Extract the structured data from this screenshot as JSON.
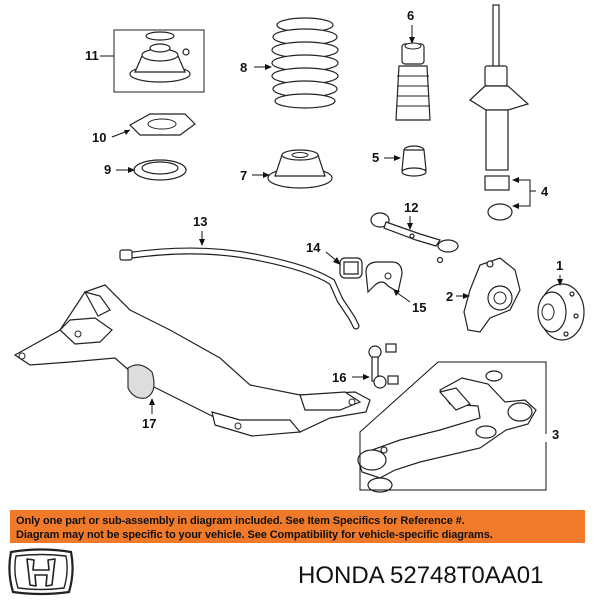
{
  "callouts": {
    "c1": "1",
    "c2": "2",
    "c3": "3",
    "c4": "4",
    "c5": "5",
    "c6": "6",
    "c7": "7",
    "c8": "8",
    "c9": "9",
    "c10": "10",
    "c11": "11",
    "c12": "12",
    "c13": "13",
    "c14": "14",
    "c15": "15",
    "c16": "16",
    "c17": "17"
  },
  "banner": {
    "line1": "Only one part or sub-assembly in diagram included. See Item Specifics for Reference #.",
    "line2": "Diagram may not be specific to your vehicle. See Compatibility for vehicle-specific diagrams."
  },
  "footer": {
    "part_number": "HONDA 52748T0AA01"
  },
  "colors": {
    "banner": "#f07a2a",
    "ink": "#111111"
  },
  "icons": {
    "logo": "honda-h-logo-icon"
  }
}
